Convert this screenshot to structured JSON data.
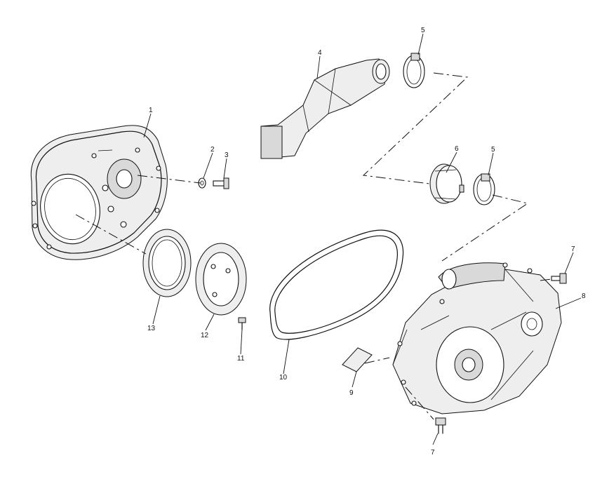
{
  "callouts": [
    {
      "id": "c1",
      "label": "1"
    },
    {
      "id": "c2",
      "label": "2"
    },
    {
      "id": "c3",
      "label": "3"
    },
    {
      "id": "c4",
      "label": "4"
    },
    {
      "id": "c5a",
      "label": "5"
    },
    {
      "id": "c5b",
      "label": "5"
    },
    {
      "id": "c6",
      "label": "6"
    },
    {
      "id": "c7a",
      "label": "7"
    },
    {
      "id": "c7b",
      "label": "7"
    },
    {
      "id": "c8",
      "label": "8"
    },
    {
      "id": "c9",
      "label": "9"
    },
    {
      "id": "c10",
      "label": "10"
    },
    {
      "id": "c11",
      "label": "11"
    },
    {
      "id": "c12",
      "label": "12"
    },
    {
      "id": "c13",
      "label": "13"
    }
  ]
}
